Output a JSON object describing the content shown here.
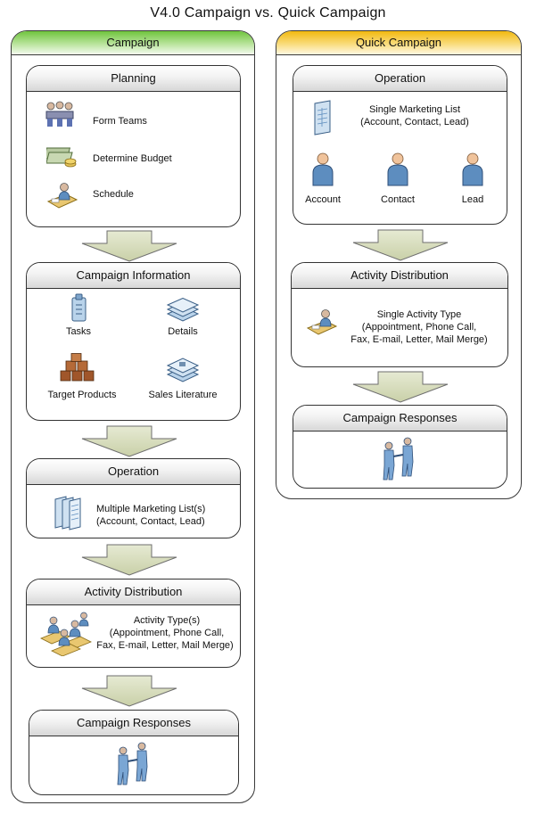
{
  "title": "V4.0 Campaign vs. Quick Campaign",
  "colors": {
    "campaign_header": "#8fd35d",
    "quick_header": "#f7c52a",
    "arrow_fill": "#d6dcbe",
    "icon_blue": "#5d8dbf"
  },
  "campaign": {
    "header": "Campaign",
    "planning": {
      "title": "Planning",
      "items": [
        "Form Teams",
        "Determine Budget",
        "Schedule"
      ]
    },
    "campaign_info": {
      "title": "Campaign Information",
      "items": [
        "Tasks",
        "Details",
        "Target Products",
        "Sales Literature"
      ]
    },
    "operation": {
      "title": "Operation",
      "line1": "Multiple Marketing List(s)",
      "line2": "(Account, Contact, Lead)"
    },
    "activity": {
      "title": "Activity Distribution",
      "line1": "Activity Type(s)",
      "line2": "(Appointment, Phone Call,",
      "line3": "Fax, E-mail, Letter, Mail Merge)"
    },
    "responses": {
      "title": "Campaign Responses"
    }
  },
  "quick": {
    "header": "Quick Campaign",
    "operation": {
      "title": "Operation",
      "line1": "Single Marketing List",
      "line2": "(Account, Contact, Lead)",
      "people": [
        "Account",
        "Contact",
        "Lead"
      ]
    },
    "activity": {
      "title": "Activity Distribution",
      "line1": "Single Activity Type",
      "line2": "(Appointment, Phone Call,",
      "line3": "Fax, E-mail, Letter, Mail Merge)"
    },
    "responses": {
      "title": "Campaign Responses"
    }
  }
}
